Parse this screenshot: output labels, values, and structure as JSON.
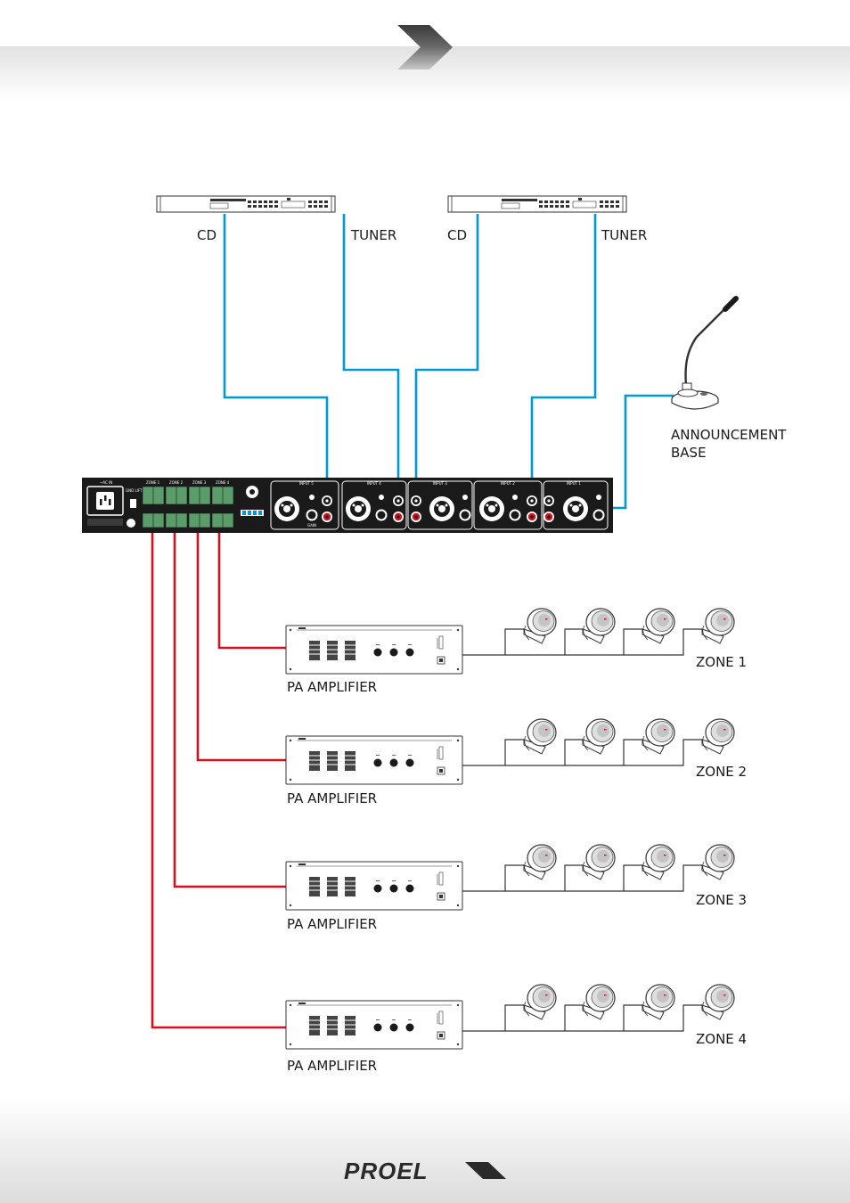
{
  "sources": {
    "cd1": "CD",
    "tuner1": "TUNER",
    "cd2": "CD",
    "tuner2": "TUNER"
  },
  "announcement": {
    "line1": "ANNOUNCEMENT",
    "line2": "BASE"
  },
  "mixer": {
    "ac_in": "~AC IN",
    "gnd_lift": "GND LIFT",
    "zones": [
      "ZONE 1",
      "ZONE 2",
      "ZONE 3",
      "ZONE 4"
    ],
    "inputs": [
      "INPUT 5",
      "INPUT 4",
      "INPUT 3",
      "INPUT 2",
      "INPUT 1"
    ],
    "gain": "GAIN"
  },
  "amplifiers": {
    "label": "PA AMPLIFIER"
  },
  "zones": [
    "ZONE 1",
    "ZONE 2",
    "ZONE 3",
    "ZONE 4"
  ],
  "brand": "PROEL",
  "colors": {
    "signal_cable": "#0099d8",
    "speaker_cable": "#d40f1e",
    "mixer_body": "#1a1a1a"
  }
}
